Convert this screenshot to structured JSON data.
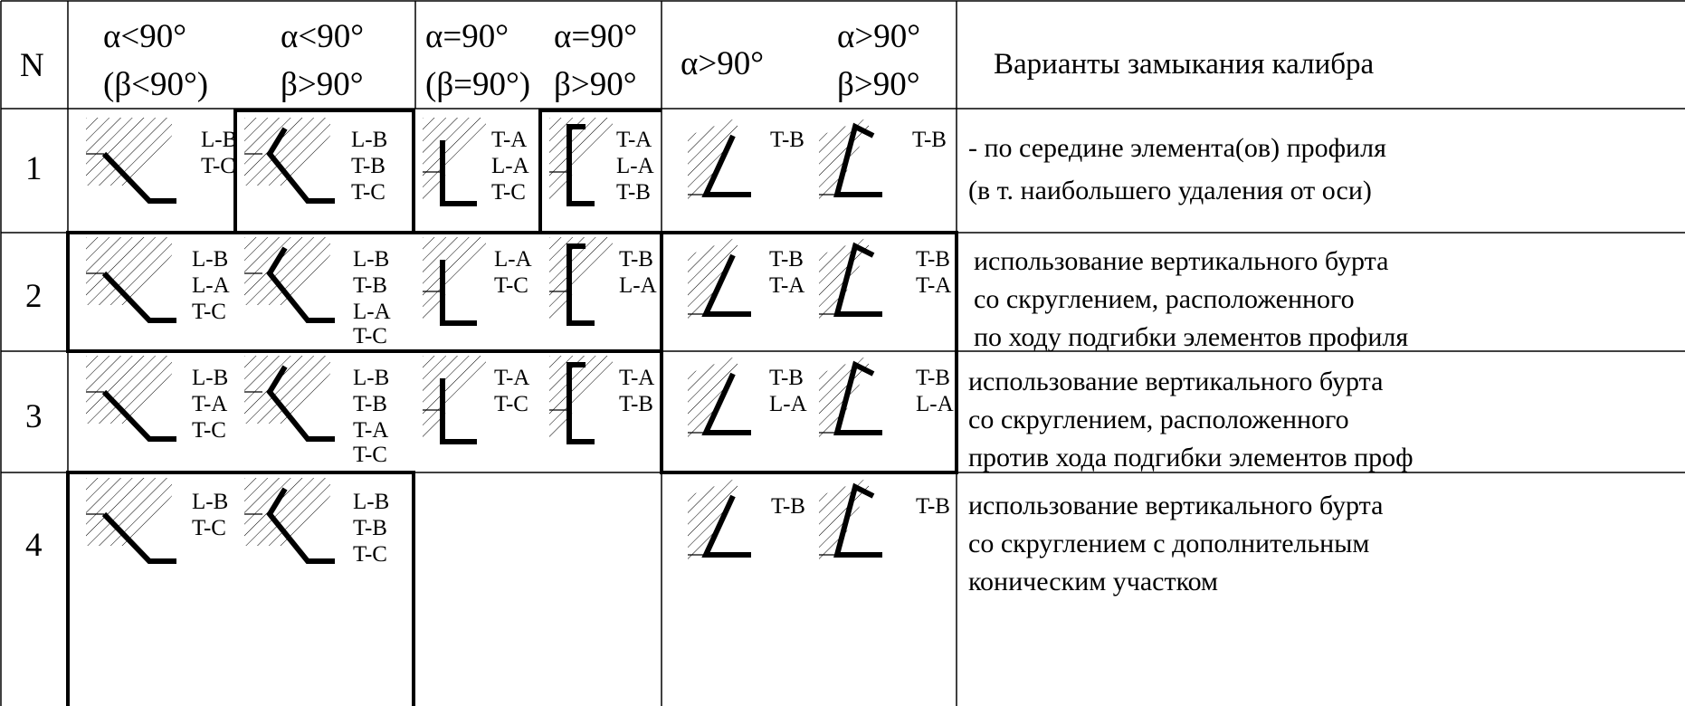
{
  "header": {
    "n": "N",
    "col1": [
      "α<90°",
      "(β<90°)"
    ],
    "col2": [
      "α<90°",
      "β>90°"
    ],
    "col3": [
      "α=90°",
      "(β=90°)"
    ],
    "col4": [
      "α=90°",
      "β>90°"
    ],
    "col5": [
      "α>90°"
    ],
    "col6": [
      "α>90°",
      "β>90°"
    ],
    "desc": "Варианты замыкания калибра"
  },
  "rows": [
    {
      "n": "1",
      "labels": [
        [
          "L-B",
          "T-C"
        ],
        [
          "L-B",
          "T-B",
          "T-C"
        ],
        [
          "T-A",
          "L-A",
          "T-C"
        ],
        [
          "T-A",
          "L-A",
          "T-B"
        ],
        [
          "T-B"
        ],
        [
          "T-B"
        ]
      ],
      "desc": [
        "- по середине элемента(ов) профиля",
        "(в т. наибольшего удаления от оси)"
      ]
    },
    {
      "n": "2",
      "labels": [
        [
          "L-B",
          "L-A",
          "T-C"
        ],
        [
          "L-B",
          "T-B",
          "L-A",
          "T-C"
        ],
        [
          "L-A",
          "T-C"
        ],
        [
          "T-B",
          "L-A"
        ],
        [
          "T-B",
          "T-A"
        ],
        [
          "T-B",
          "T-A"
        ]
      ],
      "desc": [
        "использование вертикального бурта",
        "со скруглением, расположенного",
        "по ходу подгибки элементов профиля"
      ]
    },
    {
      "n": "3",
      "labels": [
        [
          "L-B",
          "T-A",
          "T-C"
        ],
        [
          "L-B",
          "T-B",
          "T-A",
          "T-C"
        ],
        [
          "T-A",
          "T-C"
        ],
        [
          "T-A",
          "T-B"
        ],
        [
          "T-B",
          "L-A"
        ],
        [
          "T-B",
          "L-A"
        ]
      ],
      "desc": [
        "использование вертикального бурта",
        "со скруглением, расположенного",
        "против хода подгибки элементов проф"
      ]
    },
    {
      "n": "4",
      "labels": [
        [
          "L-B",
          "T-C"
        ],
        [
          "L-B",
          "T-B",
          "T-C"
        ],
        [],
        [],
        [
          "T-B"
        ],
        [
          "T-B"
        ]
      ],
      "desc": [
        "использование вертикального бурта",
        "со скруглением с дополнительным",
        "коническим участком"
      ]
    }
  ]
}
